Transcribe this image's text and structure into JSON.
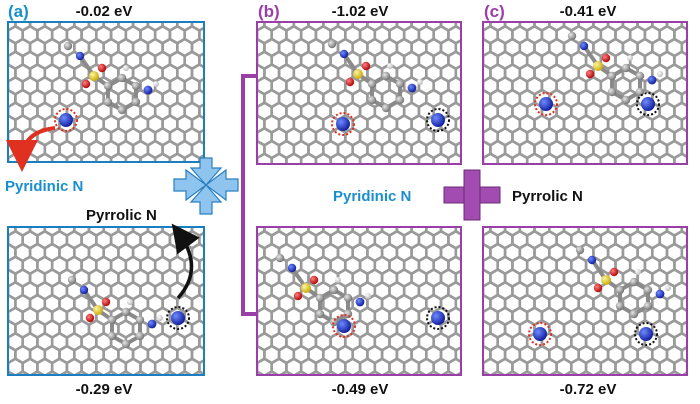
{
  "panel_labels": {
    "a": "(a)",
    "b": "(b)",
    "c": "(c)"
  },
  "energies": {
    "a_top": "-0.02 eV",
    "a_bottom": "-0.29 eV",
    "b_top": "-1.02 eV",
    "b_bottom": "-0.49 eV",
    "c_top": "-0.41 eV",
    "c_bottom": "-0.72 eV"
  },
  "site_labels": {
    "pyridinic_a": "Pyridinic N",
    "pyrrolic_a": "Pyrrolic N",
    "pyridinic_combo": "Pyridinic N",
    "pyrrolic_combo": "Pyrrolic N"
  },
  "colors": {
    "frame_blue": "#1a7fc1",
    "frame_purple": "#9b3fa8",
    "label_blue": "#1a8fd0",
    "label_purple": "#9b3fa8",
    "carbon": "#8e8e8e",
    "hydrogen": "#f2f2f2",
    "nitrogen": "#2233cc",
    "oxygen": "#dd1111",
    "sulfur": "#e8d21a",
    "arrow_red": "#e03020",
    "double_arrow": "#8fc4ee"
  }
}
